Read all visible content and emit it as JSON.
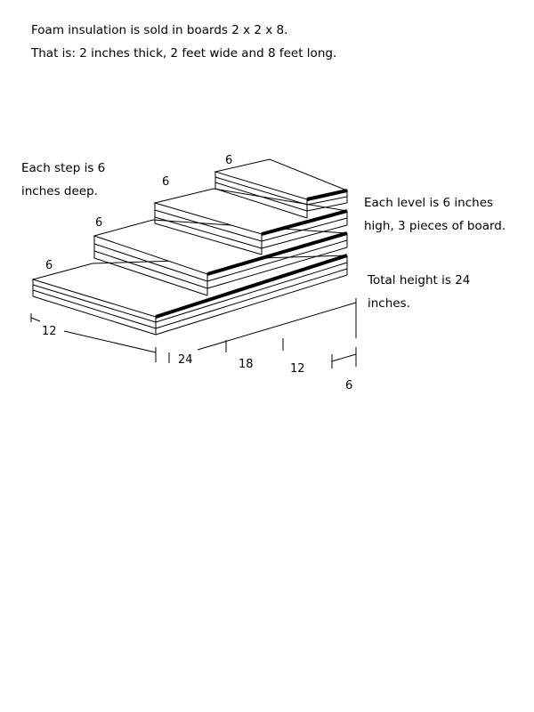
{
  "header": {
    "line1": "Foam insulation is sold in boards 2 x 2 x 8.",
    "line2": "That is:  2 inches thick, 2 feet wide and 8 feet long."
  },
  "notes": {
    "step": "Each step is 6 inches deep.",
    "level": "Each level is 6 inches high, 3 pieces of board.",
    "total": "Total height is 24 inches."
  },
  "dimensions": {
    "step_depths": [
      "6",
      "6",
      "6",
      "6"
    ],
    "base_width": "12",
    "lengths": [
      "24",
      "18",
      "12",
      "6"
    ]
  }
}
